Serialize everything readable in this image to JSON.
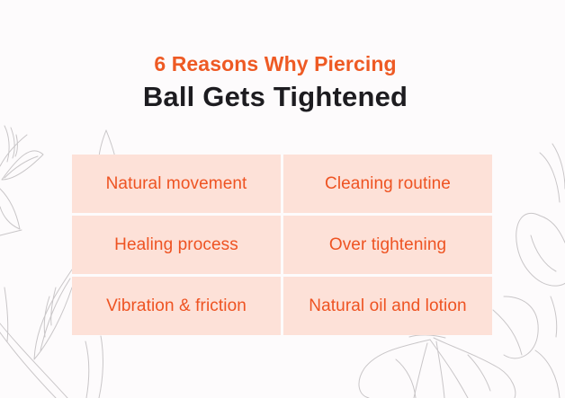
{
  "title": {
    "line1": "6 Reasons Why Piercing",
    "line2": "Ball Gets Tightened"
  },
  "reasons": [
    {
      "label": "Natural movement"
    },
    {
      "label": "Cleaning routine"
    },
    {
      "label": "Healing process"
    },
    {
      "label": "Over tightening"
    },
    {
      "label": "Vibration & friction"
    },
    {
      "label": "Natural oil and lotion"
    }
  ],
  "colors": {
    "accent": "#ee5a24",
    "heading": "#1d1c20",
    "cell_background": "#fde1d8",
    "page_background": "#fdfbfc",
    "line_art": "#c9c6c8"
  },
  "decorations": {
    "left": "botanical-leaf-line-art",
    "right": "flower-petal-line-art"
  }
}
